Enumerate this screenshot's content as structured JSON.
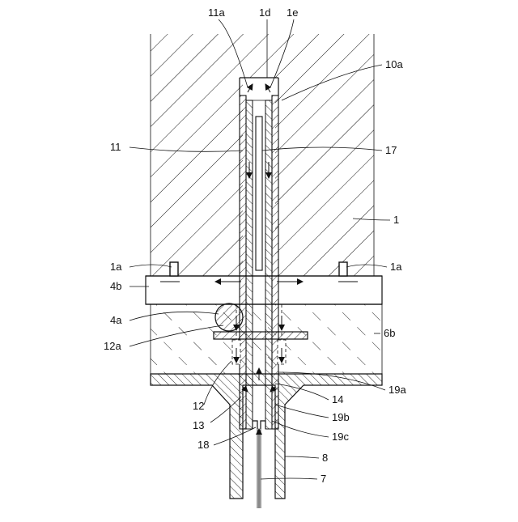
{
  "figure": {
    "labels": {
      "l11a": "11a",
      "l1d": "1d",
      "l1e": "1e",
      "l10a": "10a",
      "l11": "11",
      "l17": "17",
      "l1": "1",
      "l1a_left": "1a",
      "l1a_right": "1a",
      "l4b": "4b",
      "l4a": "4a",
      "l6b": "6b",
      "l12a": "12a",
      "l12": "12",
      "l14": "14",
      "l19a": "19a",
      "l13": "13",
      "l19b": "19b",
      "l19c": "19c",
      "l18": "18",
      "l8": "8",
      "l7": "7"
    }
  }
}
